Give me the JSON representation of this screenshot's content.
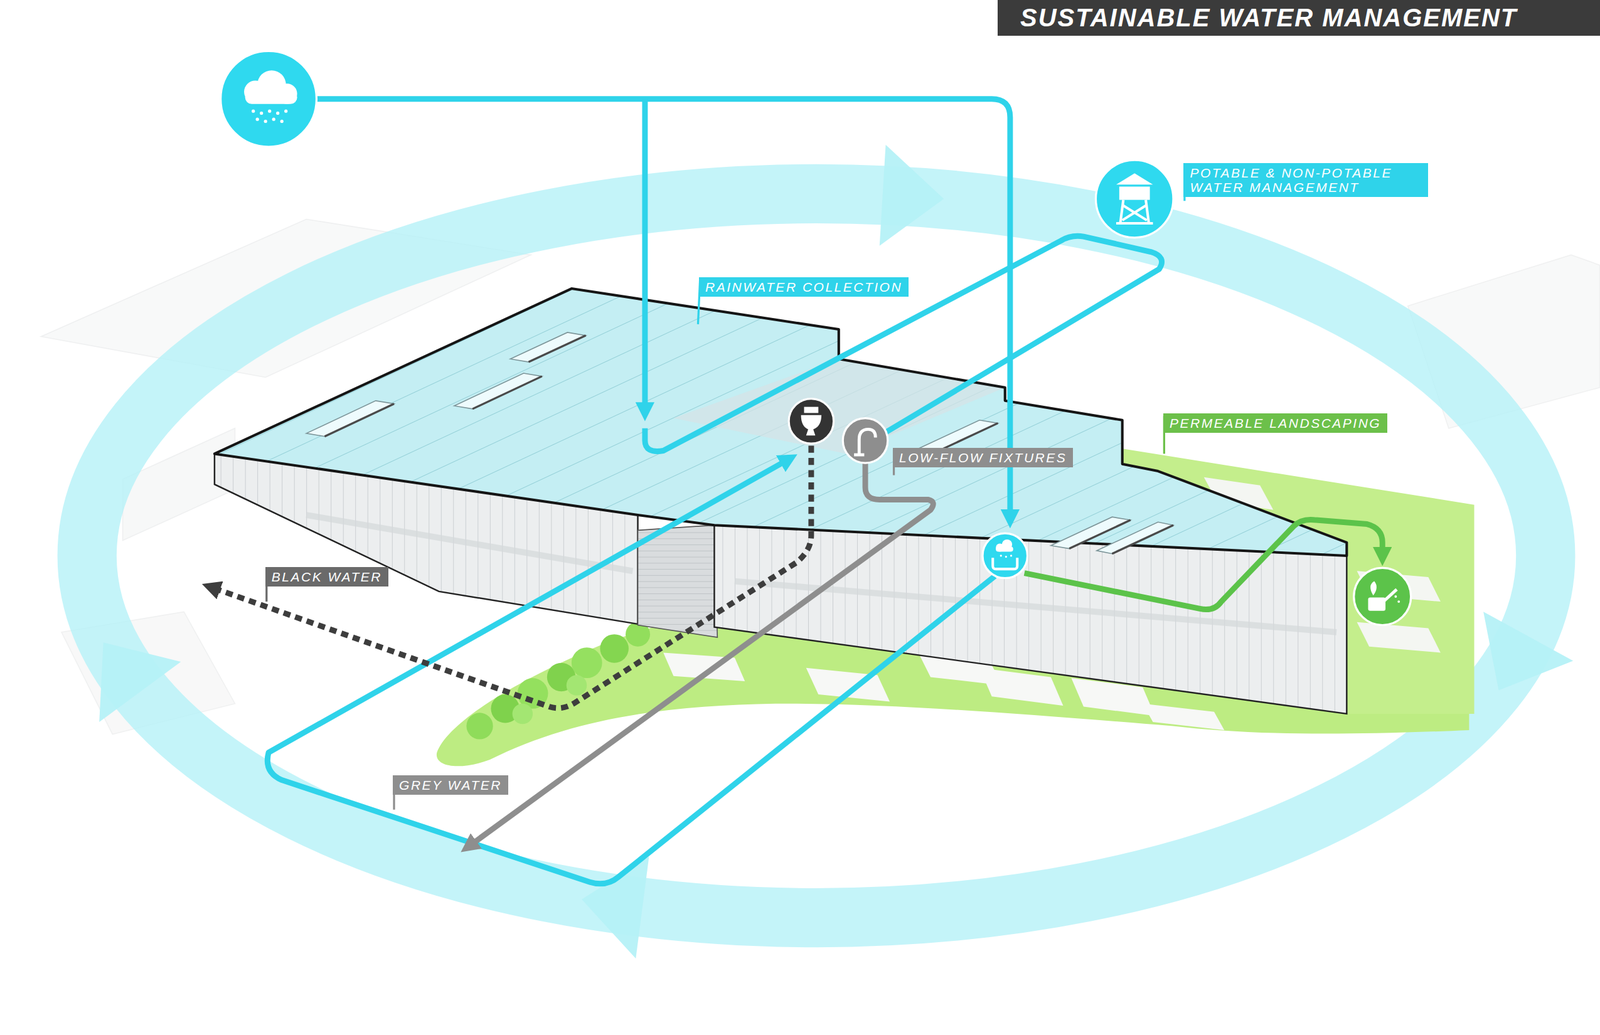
{
  "diagram": {
    "title": "SUSTAINABLE WATER MANAGEMENT",
    "nodes": [
      {
        "text": [
          "POTABLE & NON-POTABLE WATER MANAGEMENT"
        ]
      },
      {
        "text": [
          "RAINWATER COLLECTION"
        ]
      },
      {
        "text": [
          "PERMEABLE LANDSCAPING"
        ]
      },
      {
        "text": [
          "LOW-FLOW FIXTURES"
        ]
      },
      {
        "text": [
          "BLACK WATER"
        ]
      },
      {
        "text": [
          "GREY WATER"
        ]
      }
    ]
  }
}
